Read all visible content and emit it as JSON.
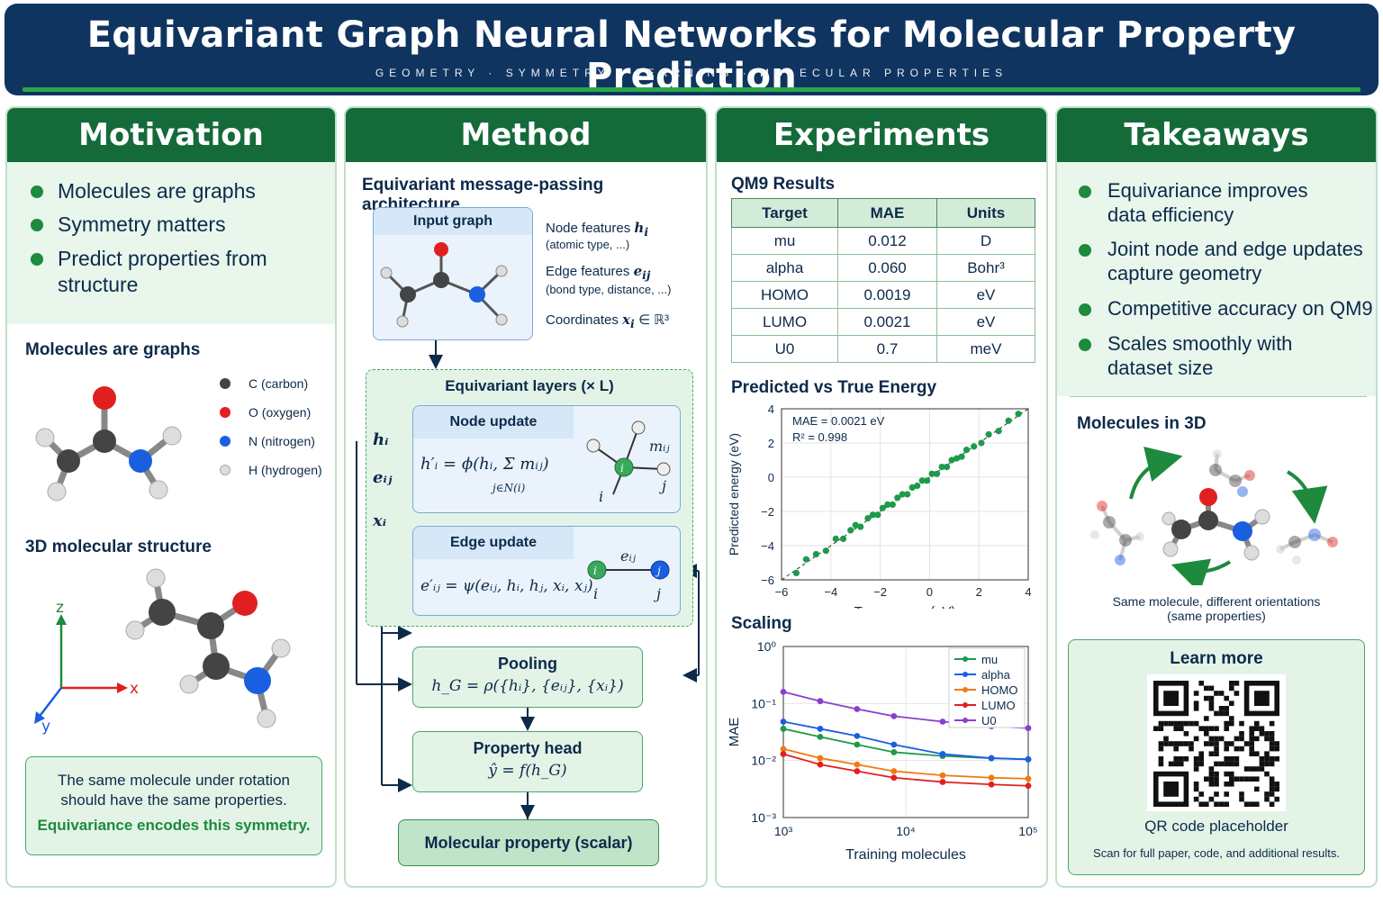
{
  "header": {
    "title": "Equivariant Graph Neural Networks for Molecular Property Prediction",
    "subtitle": "GEOMETRY · SYMMETRY · LEARNING · MOLECULAR PROPERTIES"
  },
  "colors": {
    "navy": "#0f3460",
    "green": "#156a3a",
    "accent": "#2aa84a",
    "carbon": "#444444",
    "oxygen": "#e02020",
    "nitrogen": "#1a5fe0",
    "hydrogen": "#d0d0d0"
  },
  "motivation": {
    "title": "Motivation",
    "bullets": [
      "Molecules are graphs",
      "Symmetry matters",
      "Predict properties from",
      "structure"
    ],
    "graphs_title": "Molecules are graphs",
    "legend": [
      "C (carbon)",
      "O (oxygen)",
      "N (nitrogen)",
      "H (hydrogen)"
    ],
    "struct_title": "3D molecular structure",
    "axes": {
      "x": "x",
      "y": "y",
      "z": "z"
    },
    "note1": "The same molecule under rotation",
    "note2": "should have the same properties.",
    "note3": "Equivariance encodes this symmetry."
  },
  "method": {
    "title": "Method",
    "subtitle": "Equivariant message-passing architecture",
    "input_graph": "Input graph",
    "node_feat": "Node features",
    "node_feat_sym": "h",
    "node_feat_sub": "i",
    "node_feat_desc": "(atomic type, ...)",
    "edge_feat": "Edge features",
    "edge_feat_sym": "e",
    "edge_feat_sub": "ij",
    "edge_feat_desc": "(bond type, distance, ...)",
    "coords": "Coordinates",
    "coords_sym": "x",
    "coords_sub": "i",
    "coords_space": "∈ ℝ³",
    "layers": "Equivariant layers (× L)",
    "node_update": "Node update",
    "node_eq": "h′ᵢ = ϕ(hᵢ, Σ mᵢⱼ)",
    "node_eq_sub": "j∈N(i)",
    "edge_update": "Edge update",
    "edge_eq": "e′ᵢⱼ = ψ(eᵢⱼ, hᵢ, hⱼ, xᵢ, xⱼ)",
    "in_h": "hᵢ",
    "in_e": "eᵢⱼ",
    "in_x": "xᵢ",
    "lbl_m": "mᵢⱼ",
    "lbl_i": "i",
    "lbl_j": "j",
    "lbl_e": "eᵢⱼ",
    "pooling": "Pooling",
    "pooling_eq": "h_G = ρ({hᵢ}, {eᵢⱼ}, {xᵢ})",
    "head": "Property head",
    "head_eq": "ŷ = f(h_G)",
    "output": "Molecular property (scalar)"
  },
  "experiments": {
    "title": "Experiments",
    "table_title": "QM9 Results",
    "table_headers": [
      "Target",
      "MAE",
      "Units"
    ],
    "table_rows": [
      [
        "mu",
        "0.012",
        "D"
      ],
      [
        "alpha",
        "0.060",
        "Bohr³"
      ],
      [
        "HOMO",
        "0.0019",
        "eV"
      ],
      [
        "LUMO",
        "0.0021",
        "eV"
      ],
      [
        "U0",
        "0.7",
        "meV"
      ]
    ],
    "scatter_title": "Predicted vs True Energy",
    "scaling_title": "Scaling"
  },
  "chart_data": [
    {
      "type": "scatter",
      "title": "Predicted vs True Energy",
      "xlabel": "True energy (eV)",
      "ylabel": "Predicted energy (eV)",
      "xlim": [
        -6,
        4
      ],
      "ylim": [
        -6,
        4
      ],
      "xticks": [
        -6,
        -4,
        -2,
        0,
        2,
        4
      ],
      "yticks": [
        -6,
        -4,
        -2,
        0,
        2,
        4
      ],
      "annotations": [
        "MAE = 0.0021 eV",
        "R² = 0.998"
      ],
      "grid": true,
      "points": [
        [
          -5.4,
          -5.6
        ],
        [
          -5.0,
          -4.8
        ],
        [
          -4.6,
          -4.5
        ],
        [
          -4.2,
          -4.3
        ],
        [
          -3.8,
          -3.6
        ],
        [
          -3.5,
          -3.6
        ],
        [
          -3.2,
          -3.1
        ],
        [
          -3.0,
          -2.8
        ],
        [
          -2.8,
          -2.9
        ],
        [
          -2.5,
          -2.4
        ],
        [
          -2.3,
          -2.2
        ],
        [
          -2.1,
          -2.2
        ],
        [
          -1.9,
          -1.8
        ],
        [
          -1.7,
          -1.6
        ],
        [
          -1.5,
          -1.6
        ],
        [
          -1.3,
          -1.2
        ],
        [
          -1.1,
          -1.0
        ],
        [
          -0.9,
          -1.0
        ],
        [
          -0.7,
          -0.6
        ],
        [
          -0.5,
          -0.5
        ],
        [
          -0.3,
          -0.2
        ],
        [
          -0.1,
          -0.2
        ],
        [
          0.1,
          0.2
        ],
        [
          0.3,
          0.2
        ],
        [
          0.5,
          0.6
        ],
        [
          0.7,
          0.6
        ],
        [
          0.9,
          1.0
        ],
        [
          1.1,
          1.1
        ],
        [
          1.3,
          1.2
        ],
        [
          1.5,
          1.6
        ],
        [
          1.8,
          1.8
        ],
        [
          2.1,
          2.0
        ],
        [
          2.4,
          2.5
        ],
        [
          2.8,
          2.7
        ],
        [
          3.2,
          3.3
        ],
        [
          3.6,
          3.7
        ]
      ]
    },
    {
      "type": "line",
      "title": "Scaling",
      "xlabel": "Training molecules",
      "ylabel": "MAE",
      "xscale": "log",
      "yscale": "log",
      "xlim": [
        1000,
        100000
      ],
      "ylim": [
        0.001,
        1
      ],
      "xticks": [
        "10³",
        "10⁴",
        "10⁵"
      ],
      "yticks": [
        "10⁰",
        "10⁻¹",
        "10⁻²",
        "10⁻³"
      ],
      "legend": "top-right",
      "x": [
        1000,
        2000,
        4000,
        8000,
        20000,
        50000,
        100000
      ],
      "series": [
        {
          "name": "mu",
          "color": "#1d9a4a",
          "values": [
            0.036,
            0.026,
            0.019,
            0.014,
            0.012,
            0.011,
            0.0105
          ]
        },
        {
          "name": "alpha",
          "color": "#1a5fe0",
          "values": [
            0.048,
            0.036,
            0.027,
            0.019,
            0.013,
            0.011,
            0.0105
          ]
        },
        {
          "name": "HOMO",
          "color": "#f07a10",
          "values": [
            0.016,
            0.011,
            0.0085,
            0.0065,
            0.0055,
            0.005,
            0.0048
          ]
        },
        {
          "name": "LUMO",
          "color": "#e02020",
          "values": [
            0.013,
            0.0085,
            0.0065,
            0.005,
            0.0042,
            0.0038,
            0.0036
          ]
        },
        {
          "name": "U0",
          "color": "#8a3fd0",
          "values": [
            0.16,
            0.11,
            0.08,
            0.06,
            0.048,
            0.04,
            0.037
          ]
        }
      ]
    }
  ],
  "takeaways": {
    "title": "Takeaways",
    "bullets": [
      [
        "Equivariance improves",
        "data efficiency"
      ],
      [
        "Joint node and edge updates",
        "capture geometry"
      ],
      [
        "Competitive accuracy on QM9"
      ],
      [
        "Scales smoothly with",
        "dataset size"
      ]
    ],
    "mol3d_title": "Molecules in 3D",
    "caption1": "Same molecule, different orientations",
    "caption2": "(same properties)",
    "learn_more": "Learn more",
    "qr_label": "QR code placeholder",
    "qr_caption": "Scan for full paper, code, and additional results."
  }
}
